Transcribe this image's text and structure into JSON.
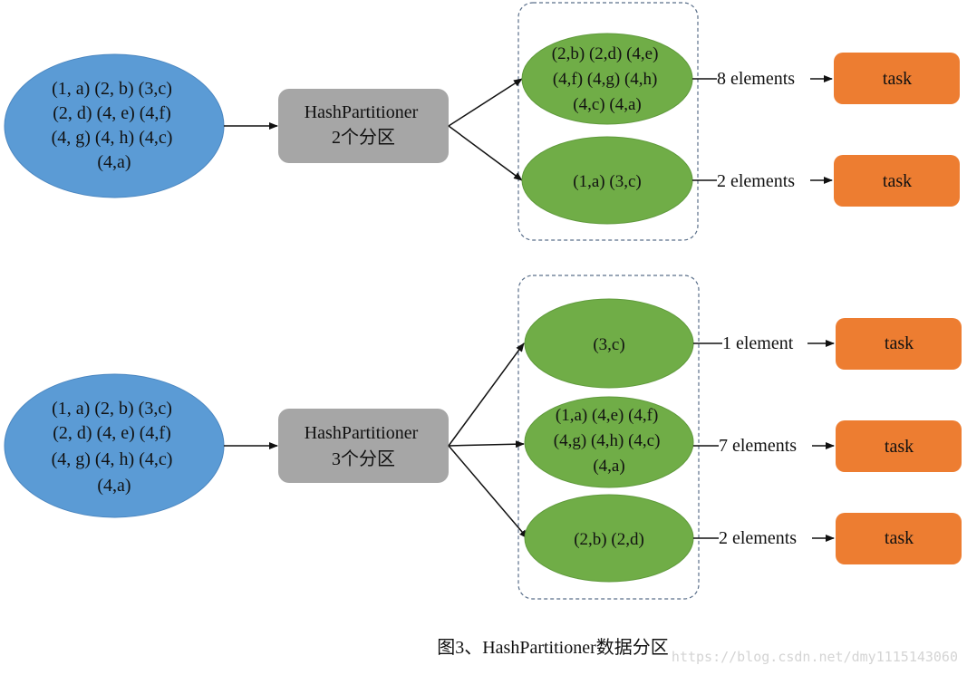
{
  "colors": {
    "blue": "#5b9bd5",
    "blue_stroke": "#4a86c0",
    "gray": "#a6a6a6",
    "green": "#70ad47",
    "green_stroke": "#5f9a3b",
    "orange": "#ed7d31",
    "dashed": "#5a6f8a",
    "arrow": "#111111"
  },
  "top": {
    "source_lines": [
      "(1, a)  (2, b)  (3,c)",
      "(2, d)  (4, e)  (4,f)",
      "(4, g)  (4, h)  (4,c)",
      "(4,a)"
    ],
    "partitioner_lines": [
      "HashPartitioner",
      "2个分区"
    ],
    "partitions": [
      {
        "lines": [
          "(2,b) (2,d) (4,e)",
          "(4,f) (4,g) (4,h)",
          "(4,c) (4,a)"
        ],
        "count_label": "8 elements",
        "task_label": "task"
      },
      {
        "lines": [
          "(1,a) (3,c)"
        ],
        "count_label": "2 elements",
        "task_label": "task"
      }
    ]
  },
  "bottom": {
    "source_lines": [
      "(1, a)  (2, b)  (3,c)",
      "(2, d)  (4, e)  (4,f)",
      "(4, g)  (4, h)  (4,c)",
      "(4,a)"
    ],
    "partitioner_lines": [
      "HashPartitioner",
      "3个分区"
    ],
    "partitions": [
      {
        "lines": [
          "(3,c)"
        ],
        "count_label": "1 element",
        "task_label": "task"
      },
      {
        "lines": [
          "(1,a) (4,e) (4,f)",
          "(4,g) (4,h) (4,c)",
          "(4,a)"
        ],
        "count_label": "7 elements",
        "task_label": "task"
      },
      {
        "lines": [
          "(2,b) (2,d)"
        ],
        "count_label": "2 elements",
        "task_label": "task"
      }
    ]
  },
  "caption": "图3、HashPartitioner数据分区",
  "watermark": "https://blog.csdn.net/dmy1115143060"
}
